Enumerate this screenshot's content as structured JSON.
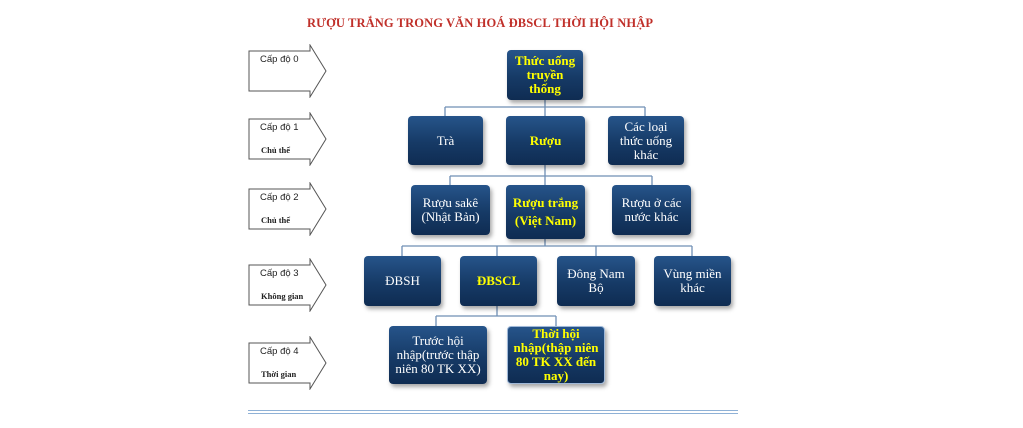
{
  "title": "RƯỢU TRẮNG TRONG VĂN HOÁ ĐBSCL THỜI HỘI NHẬP",
  "levels": [
    {
      "label": "Cấp độ 0",
      "sub": ""
    },
    {
      "label": "Cấp độ 1",
      "sub": "Chủ thể"
    },
    {
      "label": "Cấp độ 2",
      "sub": "Chủ thể"
    },
    {
      "label": "Cấp độ 3",
      "sub": "Không gian"
    },
    {
      "label": "Cấp độ 4",
      "sub": "Thời gian"
    }
  ],
  "nodes": {
    "root": "Thức uống truyền thống",
    "tra": "Trà",
    "ruou": "Rượu",
    "khac": "Các loại thức uống khác",
    "sake": "Rượu sakê (Nhật Bản)",
    "ruou_trang": "Rượu trắng",
    "viet_nam": "(Việt Nam)",
    "ruou_nuoc_khac": "Rượu ở các nước khác",
    "dbsh": "ĐBSH",
    "dbscl": "ĐBSCL",
    "dong_nam_bo": "Đông Nam Bộ",
    "vung_mien_khac": "Vùng miền khác",
    "truoc_hoi_nhap": "Trước hội nhập(trước thập niên 80 TK XX)",
    "thoi_hoi_nhap": "Thời hội nhập(thập niên 80 TK XX đến nay)"
  }
}
